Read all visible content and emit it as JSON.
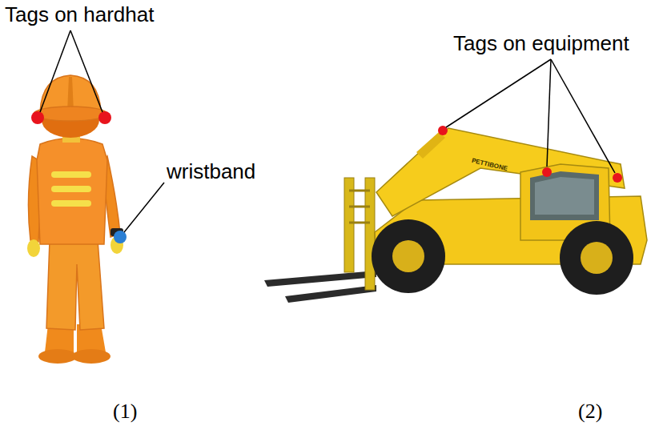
{
  "diagram": {
    "labels": [
      "Tags on hardhat",
      "wristband",
      "Tags on equipment",
      "PETTIBONE",
      "(1)",
      "(2)"
    ]
  }
}
